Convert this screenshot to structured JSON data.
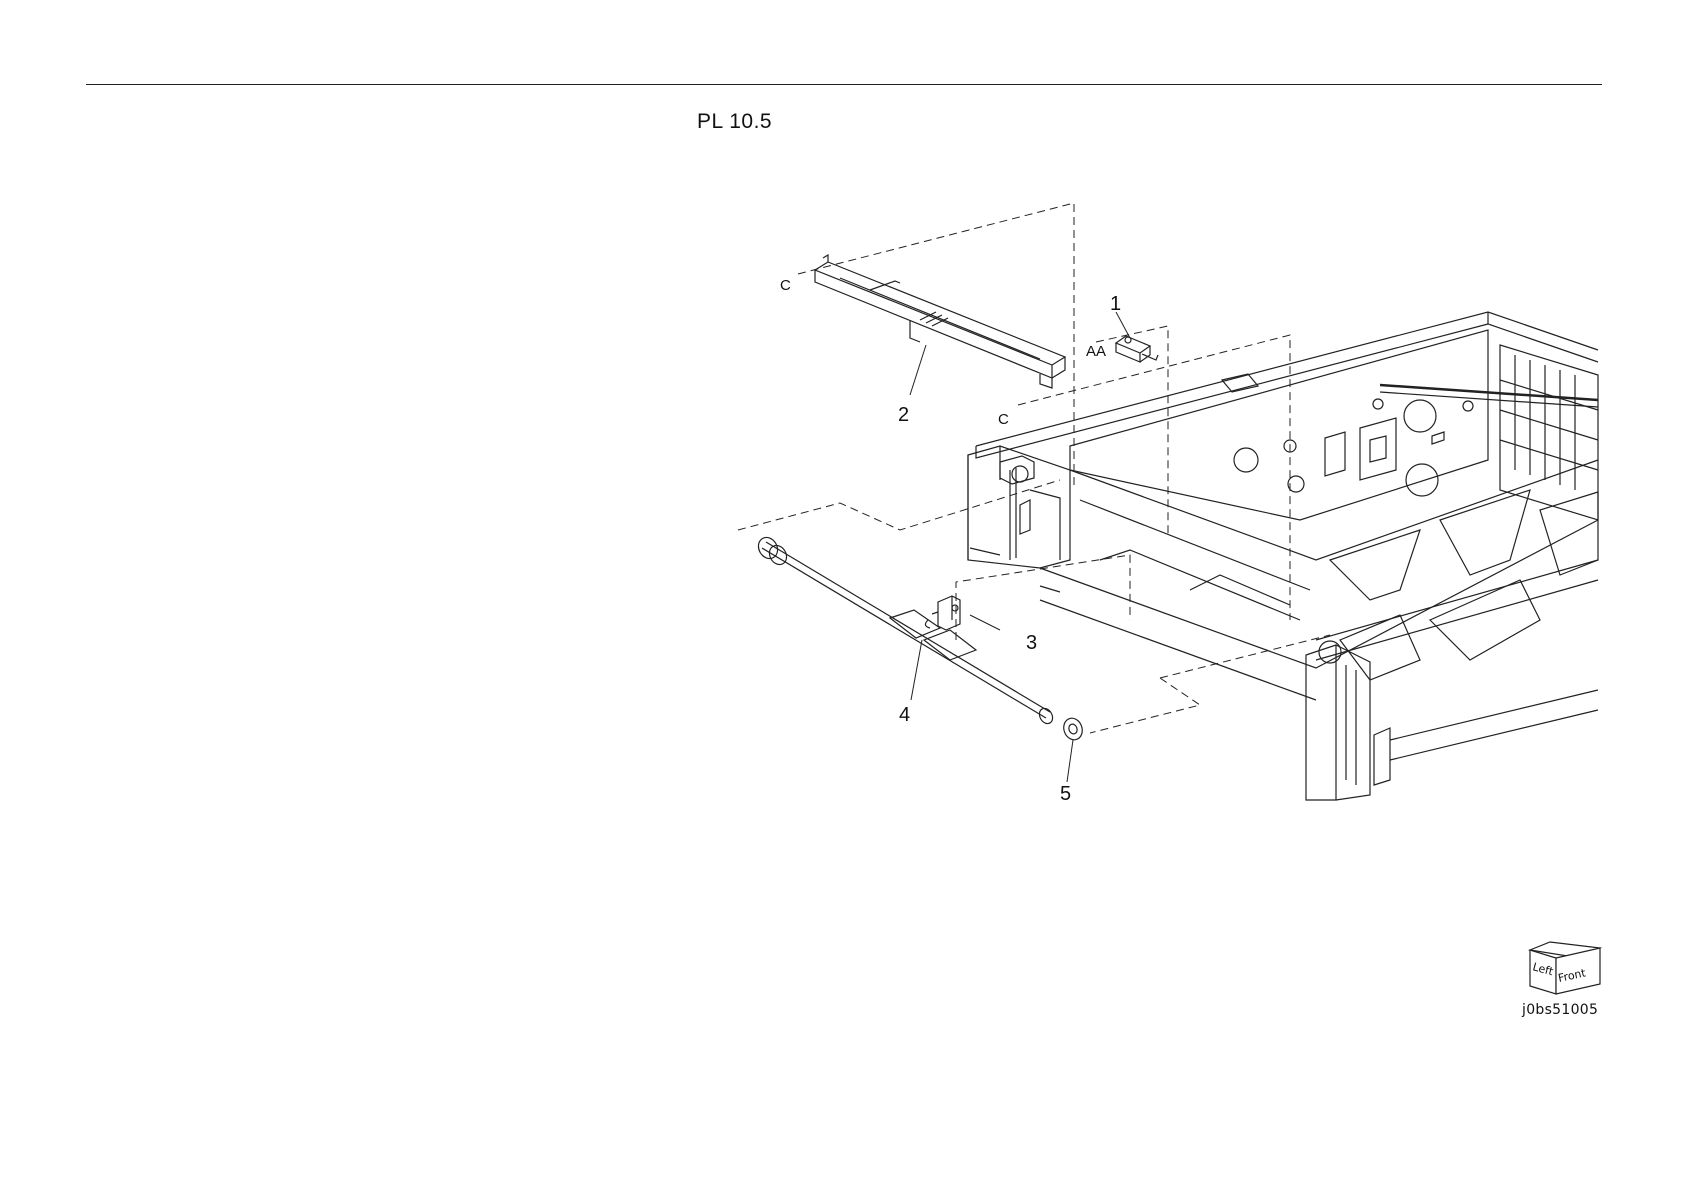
{
  "header": {
    "title": "PL 10.5"
  },
  "diagram": {
    "callouts": [
      {
        "id": "callout-1",
        "label": "1"
      },
      {
        "id": "callout-2",
        "label": "2"
      },
      {
        "id": "callout-3",
        "label": "3"
      },
      {
        "id": "callout-4",
        "label": "4"
      },
      {
        "id": "callout-5",
        "label": "5"
      }
    ],
    "reference_marks": {
      "c_top": "C",
      "c_bottom": "C",
      "aa": "AA"
    }
  },
  "orientation": {
    "left_label": "Left",
    "front_label": "Front"
  },
  "footer": {
    "doc_id": "j0bs51005"
  }
}
